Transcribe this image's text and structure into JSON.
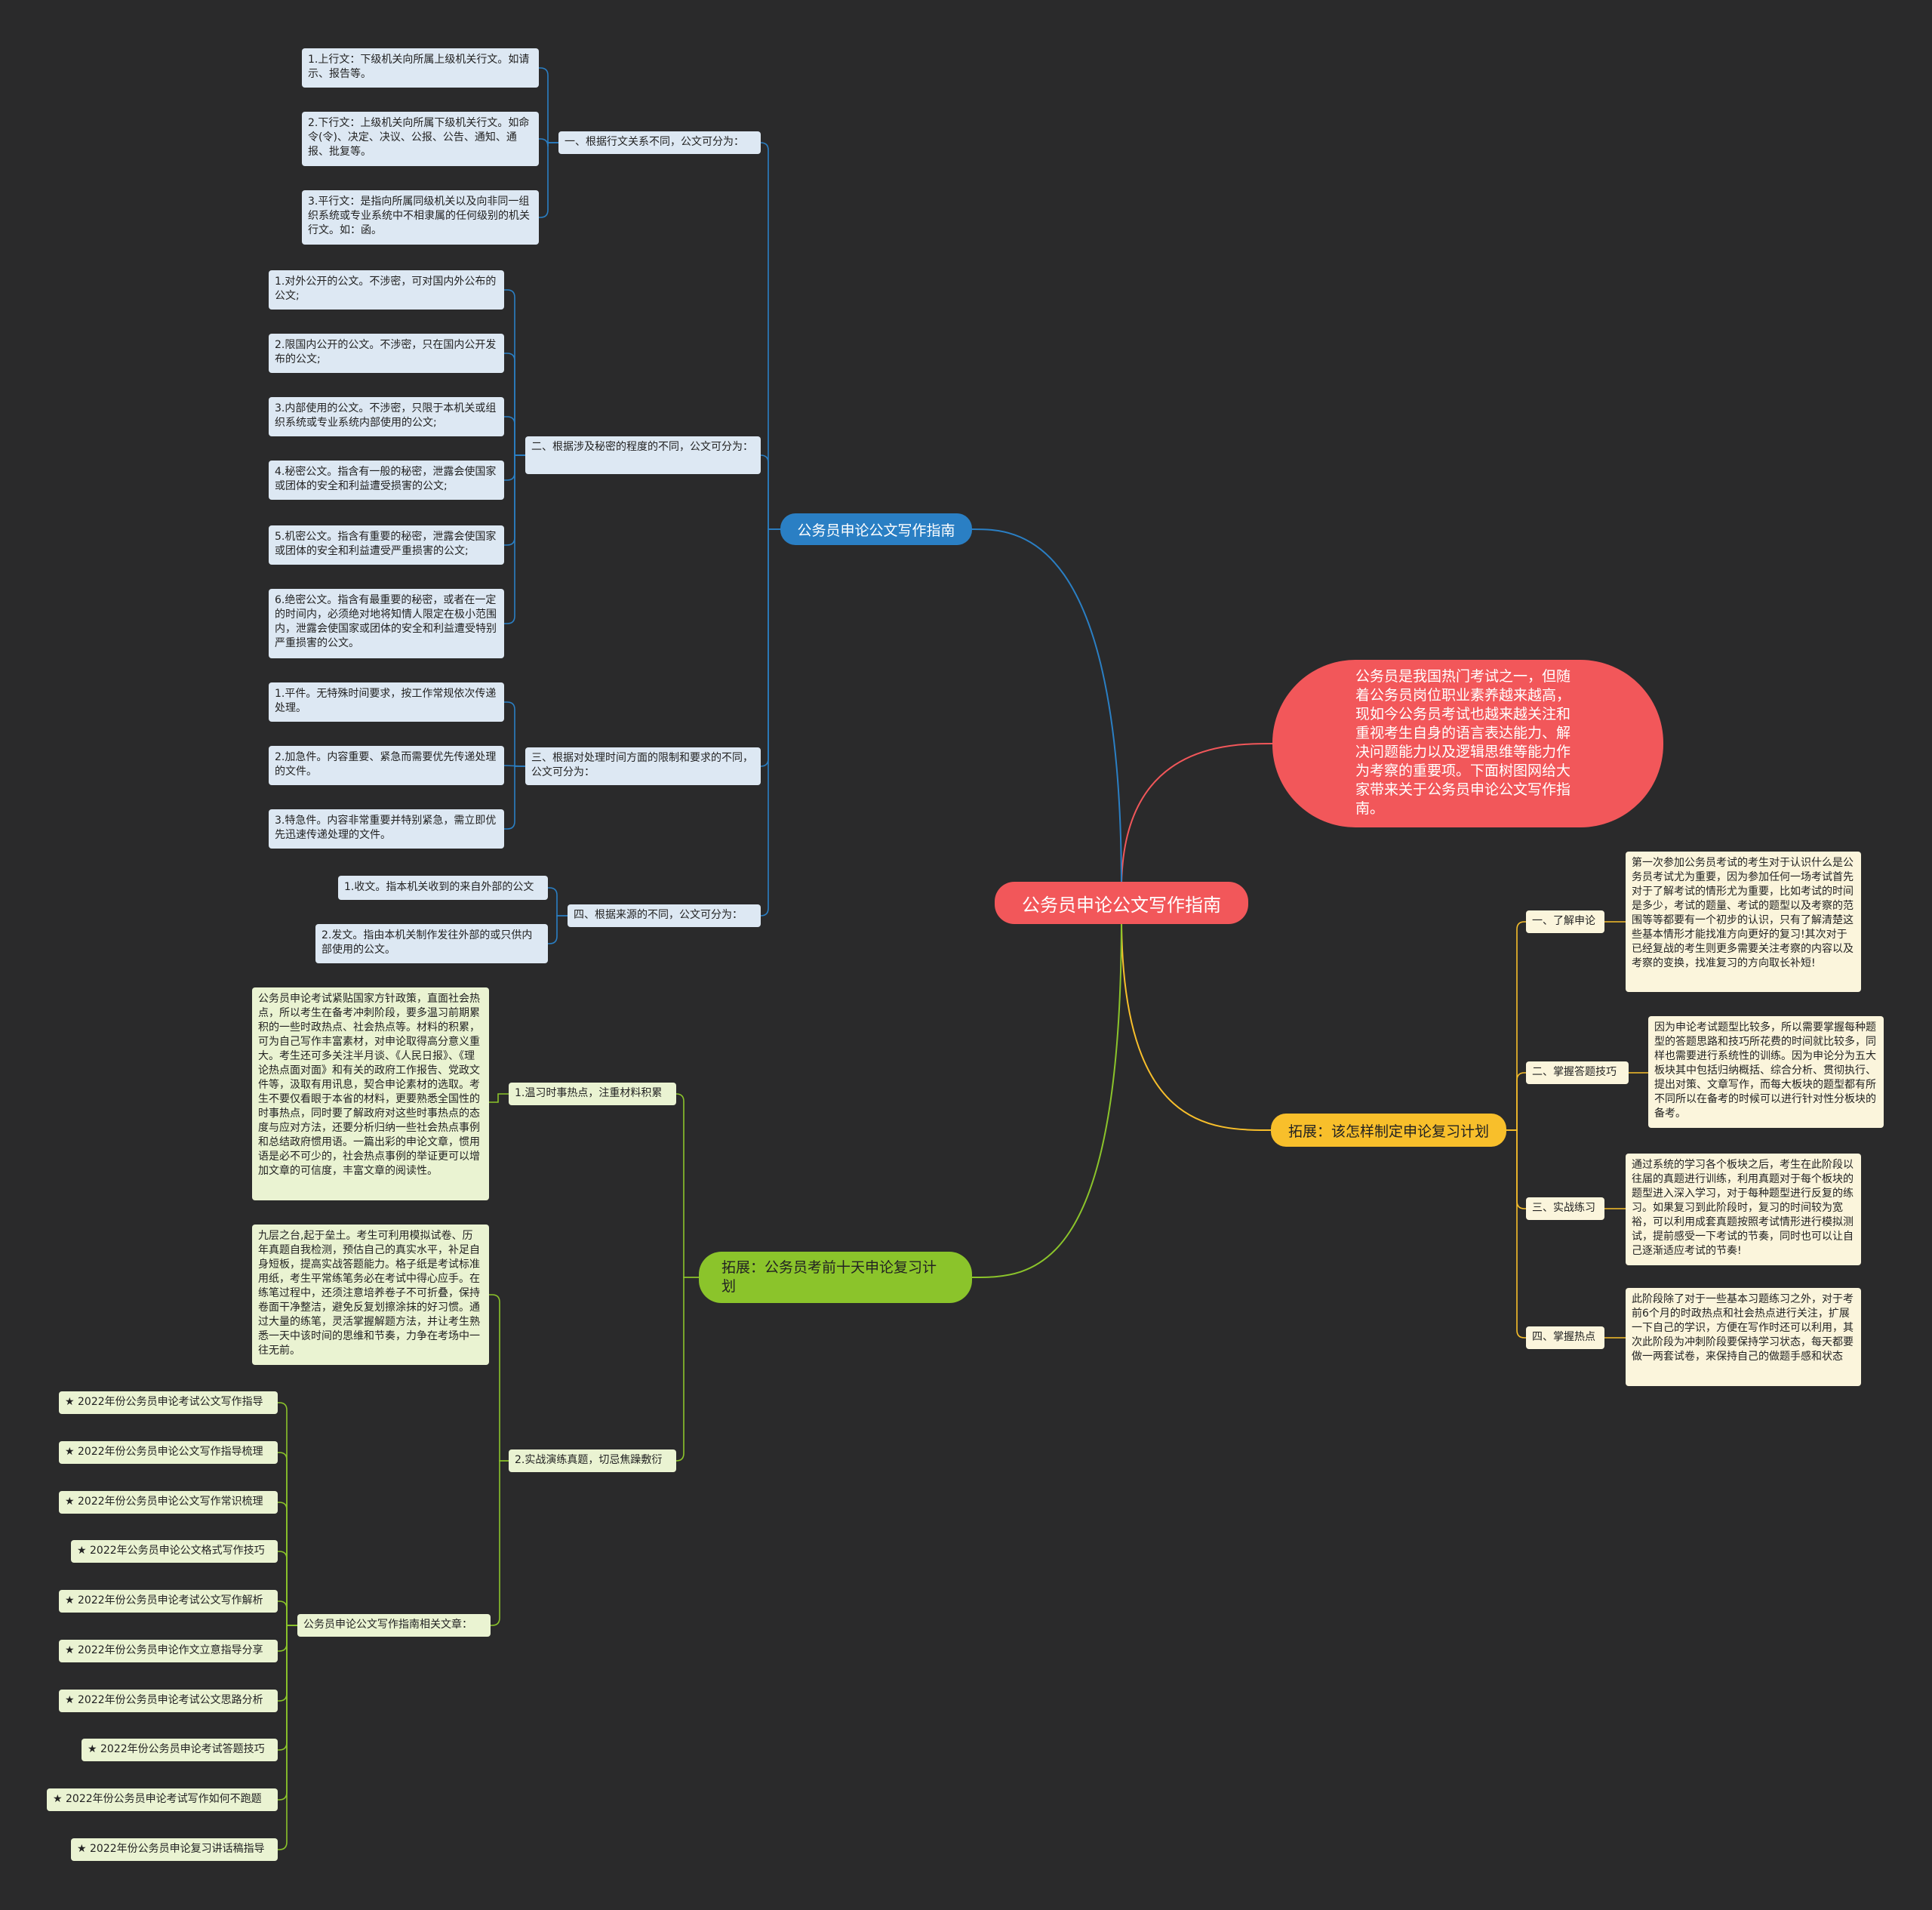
{
  "root": "公务员申论公文写作指南",
  "intro": "公务员是我国热门考试之一，但随着公务员岗位职业素养越来越高，现如今公务员考试也越来越关注和重视考生自身的语言表达能力、解决问题能力以及逻辑思维等能力作为考察的重要项。下面树图网给大家带来关于公务员申论公文写作指南。",
  "branch_guide": {
    "title": "公务员申论公文写作指南",
    "groups": [
      {
        "label": "一、根据行文关系不同，公文可分为：",
        "items": [
          "1.上行文：下级机关向所属上级机关行文。如请示、报告等。",
          "2.下行文：上级机关向所属下级机关行文。如命令(令)、决定、决议、公报、公告、通知、通报、批复等。",
          "3.平行文：是指向所属同级机关以及向非同一组织系统或专业系统中不相隶属的任何级别的机关行文。如：函。"
        ]
      },
      {
        "label": "二、根据涉及秘密的程度的不同，公文可分为：",
        "items": [
          "1.对外公开的公文。不涉密，可对国内外公布的公文;",
          "2.限国内公开的公文。不涉密，只在国内公开发布的公文;",
          "3.内部使用的公文。不涉密，只限于本机关或组织系统或专业系统内部使用的公文;",
          "4.秘密公文。指含有一般的秘密，泄露会使国家或团体的安全和利益遭受损害的公文;",
          "5.机密公文。指含有重要的秘密，泄露会使国家或团体的安全和利益遭受严重损害的公文;",
          "6.绝密公文。指含有最重要的秘密，或者在一定的时间内，必须绝对地将知情人限定在极小范围内，泄露会使国家或团体的安全和利益遭受特别严重损害的公文。"
        ]
      },
      {
        "label": "三、根据对处理时间方面的限制和要求的不同，公文可分为：",
        "items": [
          "1.平件。无特殊时间要求，按工作常规依次传递处理。",
          "2.加急件。内容重要、紧急而需要优先传递处理的文件。",
          "3.特急件。内容非常重要并特别紧急，需立即优先迅速传递处理的文件。"
        ]
      },
      {
        "label": "四、根据来源的不同，公文可分为：",
        "items": [
          "1.收文。指本机关收到的来自外部的公文",
          "2.发文。指由本机关制作发往外部的或只供内部使用的公文。"
        ]
      }
    ]
  },
  "branch_plan": {
    "title": "拓展：该怎样制定申论复习计划",
    "groups": [
      {
        "label": "一、了解申论",
        "text": "第一次参加公务员考试的考生对于认识什么是公务员考试尤为重要，因为参加任何一场考试首先对于了解考试的情形尤为重要，比如考试的时间是多少，考试的题量、考试的题型以及考察的范围等等都要有一个初步的认识，只有了解清楚这些基本情形才能找准方向更好的复习!其次对于已经复战的考生则更多需要关注考察的内容以及考察的变换，找准复习的方向取长补短!"
      },
      {
        "label": "二、掌握答题技巧",
        "text": "因为申论考试题型比较多，所以需要掌握每种题型的答题思路和技巧所花费的时间就比较多，同样也需要进行系统性的训练。因为申论分为五大板块其中包括归纳概括、综合分析、贯彻执行、提出对策、文章写作，而每大板块的题型都有所不同所以在备考的时候可以进行针对性分板块的备考。"
      },
      {
        "label": "三、实战练习",
        "text": "通过系统的学习各个板块之后，考生在此阶段以往届的真题进行训练，利用真题对于每个板块的题型进入深入学习，对于每种题型进行反复的练习。如果复习到此阶段时，复习的时间较为宽裕，可以利用成套真题按照考试情形进行模拟测试，提前感受一下考试的节奏，同时也可以让自己逐渐适应考试的节奏!"
      },
      {
        "label": "四、掌握热点",
        "text": "此阶段除了对于一些基本习题练习之外，对于考前6个月的时政热点和社会热点进行关注，扩展一下自己的学识，方便在写作时还可以利用，其次此阶段为冲刺阶段要保持学习状态，每天都要做一两套试卷，来保持自己的做题手感和状态"
      }
    ]
  },
  "branch_ten_days": {
    "title": "拓展：公务员考前十天申论复习计划",
    "groups": [
      {
        "label": "1.温习时事热点，注重材料积累",
        "text": "公务员申论考试紧贴国家方针政策，直面社会热点，所以考生在备考冲刺阶段，要多温习前期累积的一些时政热点、社会热点等。材料的积累，可为自己写作丰富素材，对申论取得高分意义重大。考生还可多关注半月谈、《人民日报》、《理论热点面对面》和有关的政府工作报告、党政文件等，汲取有用讯息，契合申论素材的选取。考生不要仅看眼于本省的材料，更要熟悉全国性的时事热点，同时要了解政府对这些时事热点的态度与应对方法，还要分析归纳一些社会热点事例和总结政府惯用语。一篇出彩的申论文章，惯用语是必不可少的，社会热点事例的举证更可以增加文章的可信度，丰富文章的阅读性。"
      },
      {
        "label": "2.实战演练真题，切忌焦躁敷衍",
        "text": "九层之台,起于垒土。考生可利用模拟试卷、历年真题自我检测，预估自己的真实水平，补足自身短板，提高实战答题能力。格子纸是考试标准用纸，考生平常练笔务必在考试中得心应手。在练笔过程中，还须注意培养卷子不可折叠，保持卷面干净整洁，避免反复划擦涂抹的好习惯。通过大量的练笔，灵活掌握解题方法，并让考生熟悉一天中该时间的思维和节奏，力争在考场中一往无前。"
      },
      {
        "label": "公务员申论公文写作指南相关文章：",
        "articles": [
          "★ 2022年份公务员申论考试公文写作指导",
          "★ 2022年份公务员申论公文写作指导梳理",
          "★ 2022年份公务员申论公文写作常识梳理",
          "★ 2022年公务员申论公文格式写作技巧",
          "★ 2022年份公务员申论考试公文写作解析",
          "★ 2022年份公务员申论作文立意指导分享",
          "★ 2022年份公务员申论考试公文思路分析",
          "★ 2022年份公务员申论考试答题技巧",
          "★ 2022年份公务员申论考试写作如何不跑题",
          "★ 2022年份公务员申论复习讲话稿指导"
        ]
      }
    ]
  },
  "colors": {
    "background": "#2a2a2b",
    "root": "#f2575a",
    "blue_branch": "#2a7fc4",
    "yellow_branch": "#f8bf2b",
    "green_branch": "#8bc42b",
    "intro_link": "#f2575a"
  }
}
